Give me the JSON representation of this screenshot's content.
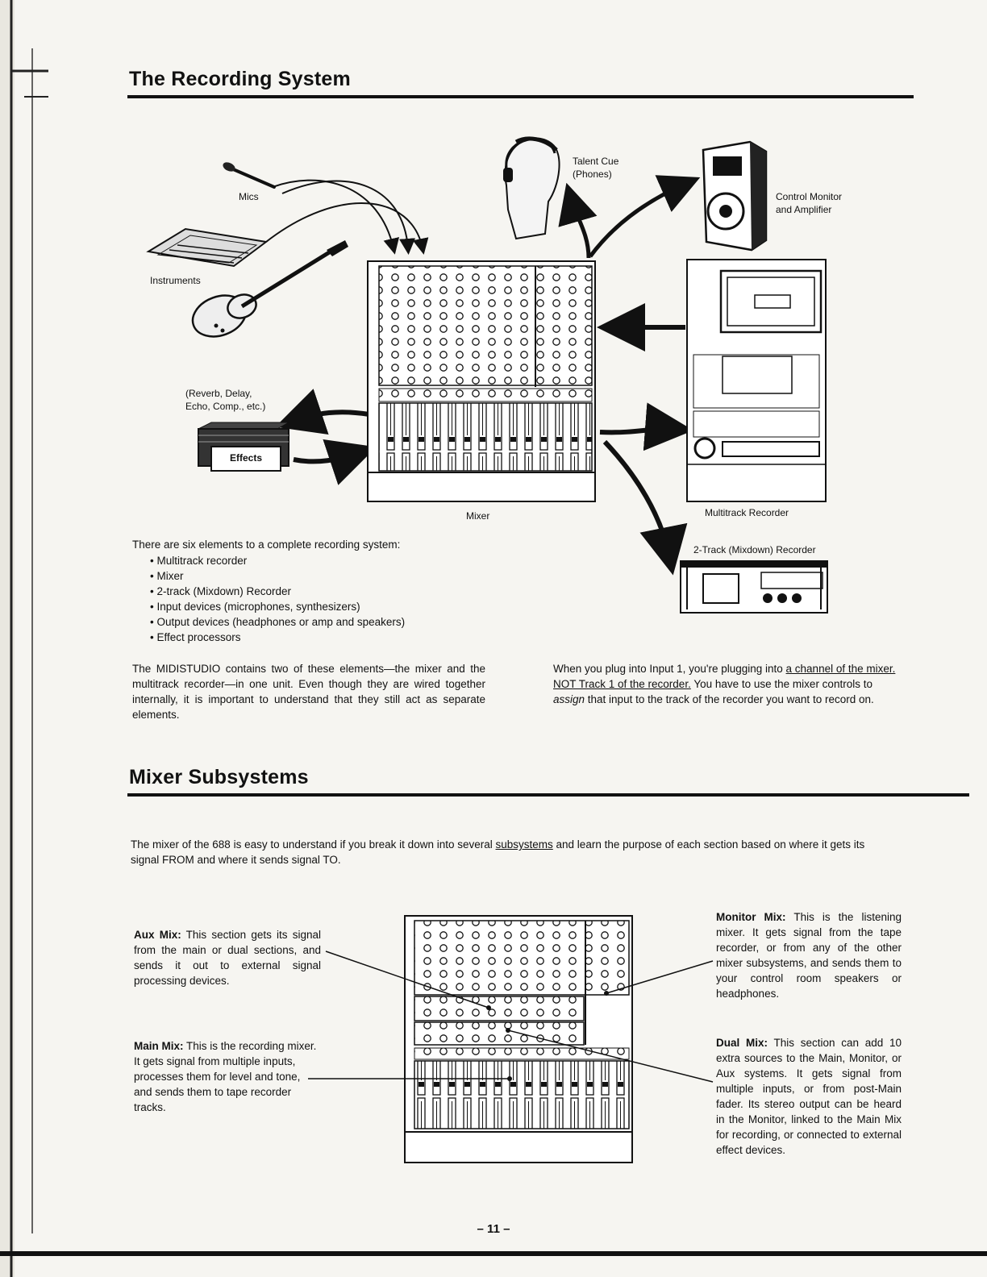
{
  "section1": {
    "title": "The Recording System",
    "diagram_labels": {
      "mics": "Mics",
      "instruments": "Instruments",
      "talent_cue_1": "Talent Cue",
      "talent_cue_2": "(Phones)",
      "monitor_1": "Control Monitor",
      "monitor_2": "and Amplifier",
      "effects_desc_1": "(Reverb, Delay,",
      "effects_desc_2": "Echo, Comp., etc.)",
      "effects": "Effects",
      "mixer": "Mixer",
      "multitrack": "Multitrack Recorder",
      "two_track": "2-Track (Mixdown) Recorder"
    },
    "intro": "There are six elements to a complete recording system:",
    "elements": [
      "Multitrack recorder",
      "Mixer",
      "2-track (Mixdown) Recorder",
      "Input devices (microphones, synthesizers)",
      "Output devices (headphones or amp and speakers)",
      "Effect processors"
    ],
    "para_left": "The MIDISTUDIO contains two of these elements—the mixer and the multitrack recorder—in one unit. Even though they are wired together internally, it is important to understand that they still act as separate elements.",
    "para_right_1": "When you plug into Input 1, you're plugging into ",
    "para_right_u1": "a channel of the mixer. NOT Track 1 of the recorder.",
    "para_right_2": " You have to use the mixer controls to ",
    "para_right_em": "assign",
    "para_right_3": " that input to the track of the recorder you want to record on."
  },
  "section2": {
    "title": "Mixer Subsystems",
    "intro_1": "The mixer of the 688 is easy to understand if you break it down into several ",
    "intro_u": "subsystems",
    "intro_2": " and learn the purpose of each section based on where it gets its signal FROM and where it sends signal TO.",
    "aux_title": "Aux Mix:",
    "aux_text": " This section gets its signal from the main or dual sections, and sends it out to external signal processing devices.",
    "main_title": "Main Mix:",
    "main_text": " This is the recording mixer. It gets signal from multiple inputs, processes them for level and tone, and sends them to tape recorder tracks.",
    "monitor_title": "Monitor Mix:",
    "monitor_text": " This is the listening mixer. It gets signal from the tape recorder, or from any of the other mixer subsystems, and sends them to your control room speakers or headphones.",
    "dual_title": "Dual Mix:",
    "dual_text": " This section can add 10 extra sources to the Main, Monitor, or Aux systems. It gets signal from multiple inputs, or from post-Main fader. Its stereo output can be heard in the Monitor, linked to the Main Mix for recording, or connected to external effect devices."
  },
  "page_number": "– 11 –"
}
